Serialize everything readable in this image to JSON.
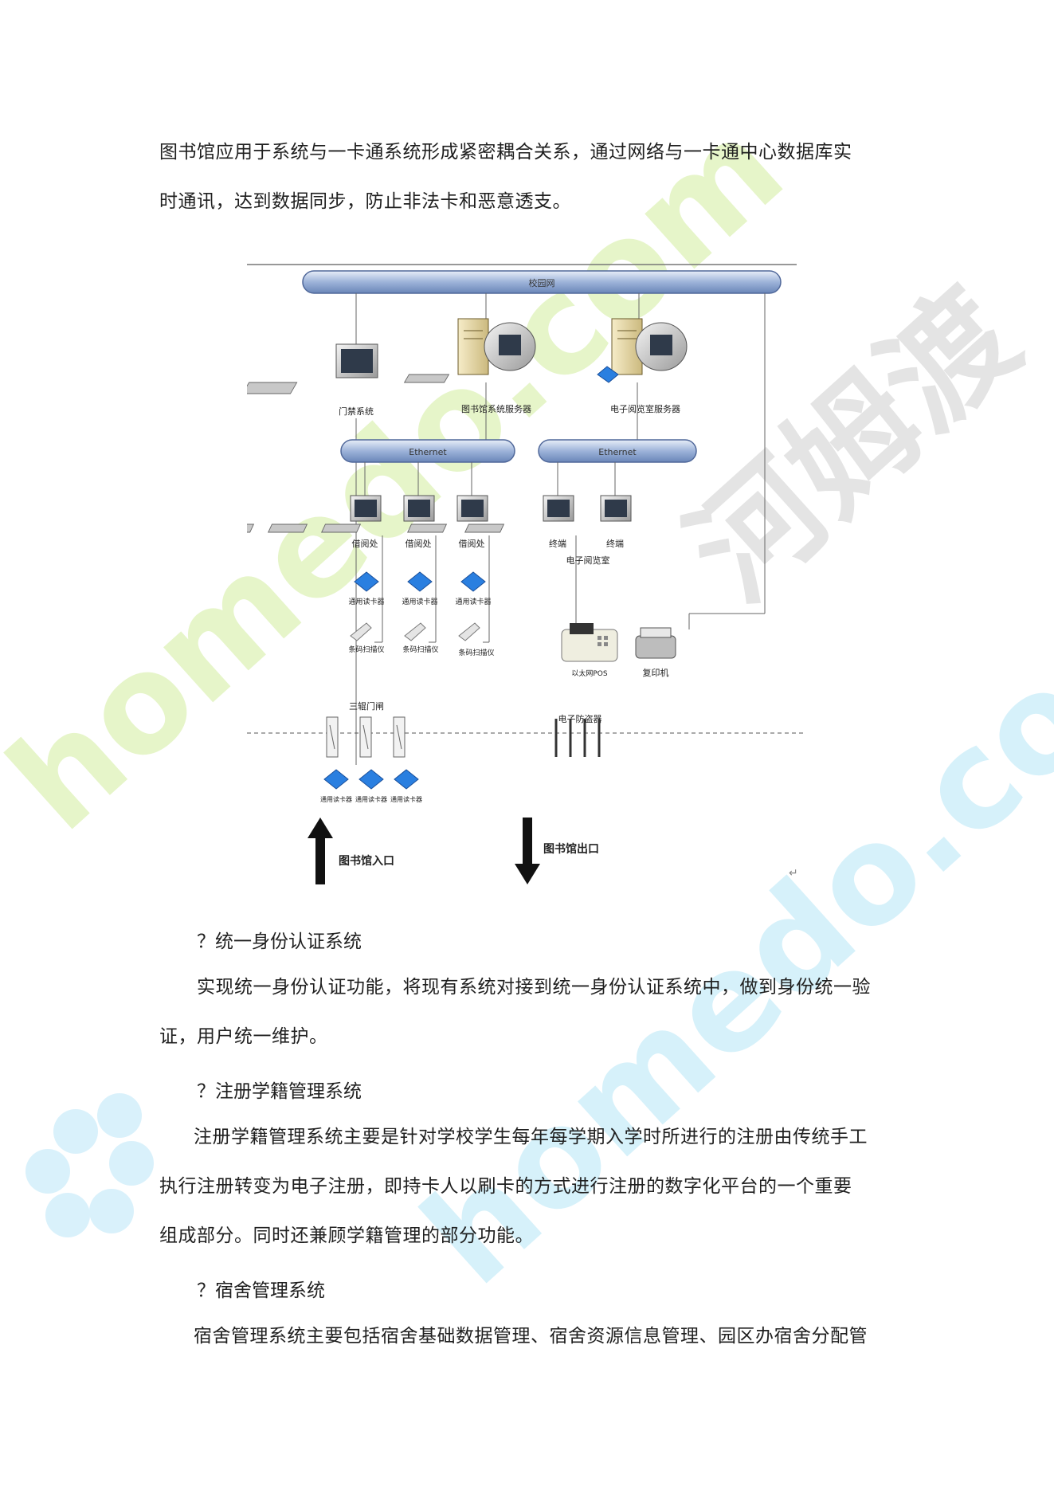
{
  "intro": {
    "line1": "图书馆应用于系统与一卡通系统形成紧密耦合关系，通过网络与一卡通中心数据库实",
    "line2": "时通讯，达到数据同步，防止非法卡和恶意透支。"
  },
  "diagram": {
    "campus_network": "校园网",
    "gate_system": "门禁系统",
    "library_server": "图书馆系统服务器",
    "ereading_server": "电子阅览室服务器",
    "ethernet_left": "Ethernet",
    "ethernet_right": "Ethernet",
    "circulation_1": "借阅处",
    "circulation_2": "借阅处",
    "circulation_3": "借阅处",
    "terminal_1": "终端",
    "terminal_2": "终端",
    "ereading_room": "电子阅览室",
    "card_reader_1": "通用读卡器",
    "card_reader_2": "通用读卡器",
    "card_reader_3": "通用读卡器",
    "barcode_1": "条码扫描仪",
    "barcode_2": "条码扫描仪",
    "barcode_3": "条码扫描仪",
    "ethernet_pos": "以太网POS",
    "copier": "复印机",
    "turnstile": "三辊门闸",
    "anti_theft": "电子防盗器",
    "gate_reader_1": "通用读卡器",
    "gate_reader_2": "通用读卡器",
    "gate_reader_3": "通用读卡器",
    "entrance": "图书馆入口",
    "exit": "图书馆出口"
  },
  "sections": [
    {
      "heading": "？统一身份认证系统",
      "lines": [
        "实现统一身份认证功能，将现有系统对接到统一身份认证系统中，做到身份统一验",
        "证，用户统一维护。"
      ]
    },
    {
      "heading": "？注册学籍管理系统",
      "lines": [
        "注册学籍管理系统主要是针对学校学生每年每学期入学时所进行的注册由传统手工",
        "执行注册转变为电子注册，即持卡人以刷卡的方式进行注册的数字化平台的一个重要",
        "组成部分。同时还兼顾学籍管理的部分功能。"
      ]
    },
    {
      "heading": "？宿舍管理系统",
      "lines": [
        "宿舍管理系统主要包括宿舍基础数据管理、宿舍资源信息管理、园区办宿舍分配管"
      ]
    }
  ],
  "watermark": {
    "text1": "homedo.com",
    "text2": "homedo.com",
    "text3": "河姆渡",
    "colors": {
      "green": "#e6f5c9",
      "cyan": "#d6f1fa",
      "grey": "#e4e4e4"
    }
  }
}
